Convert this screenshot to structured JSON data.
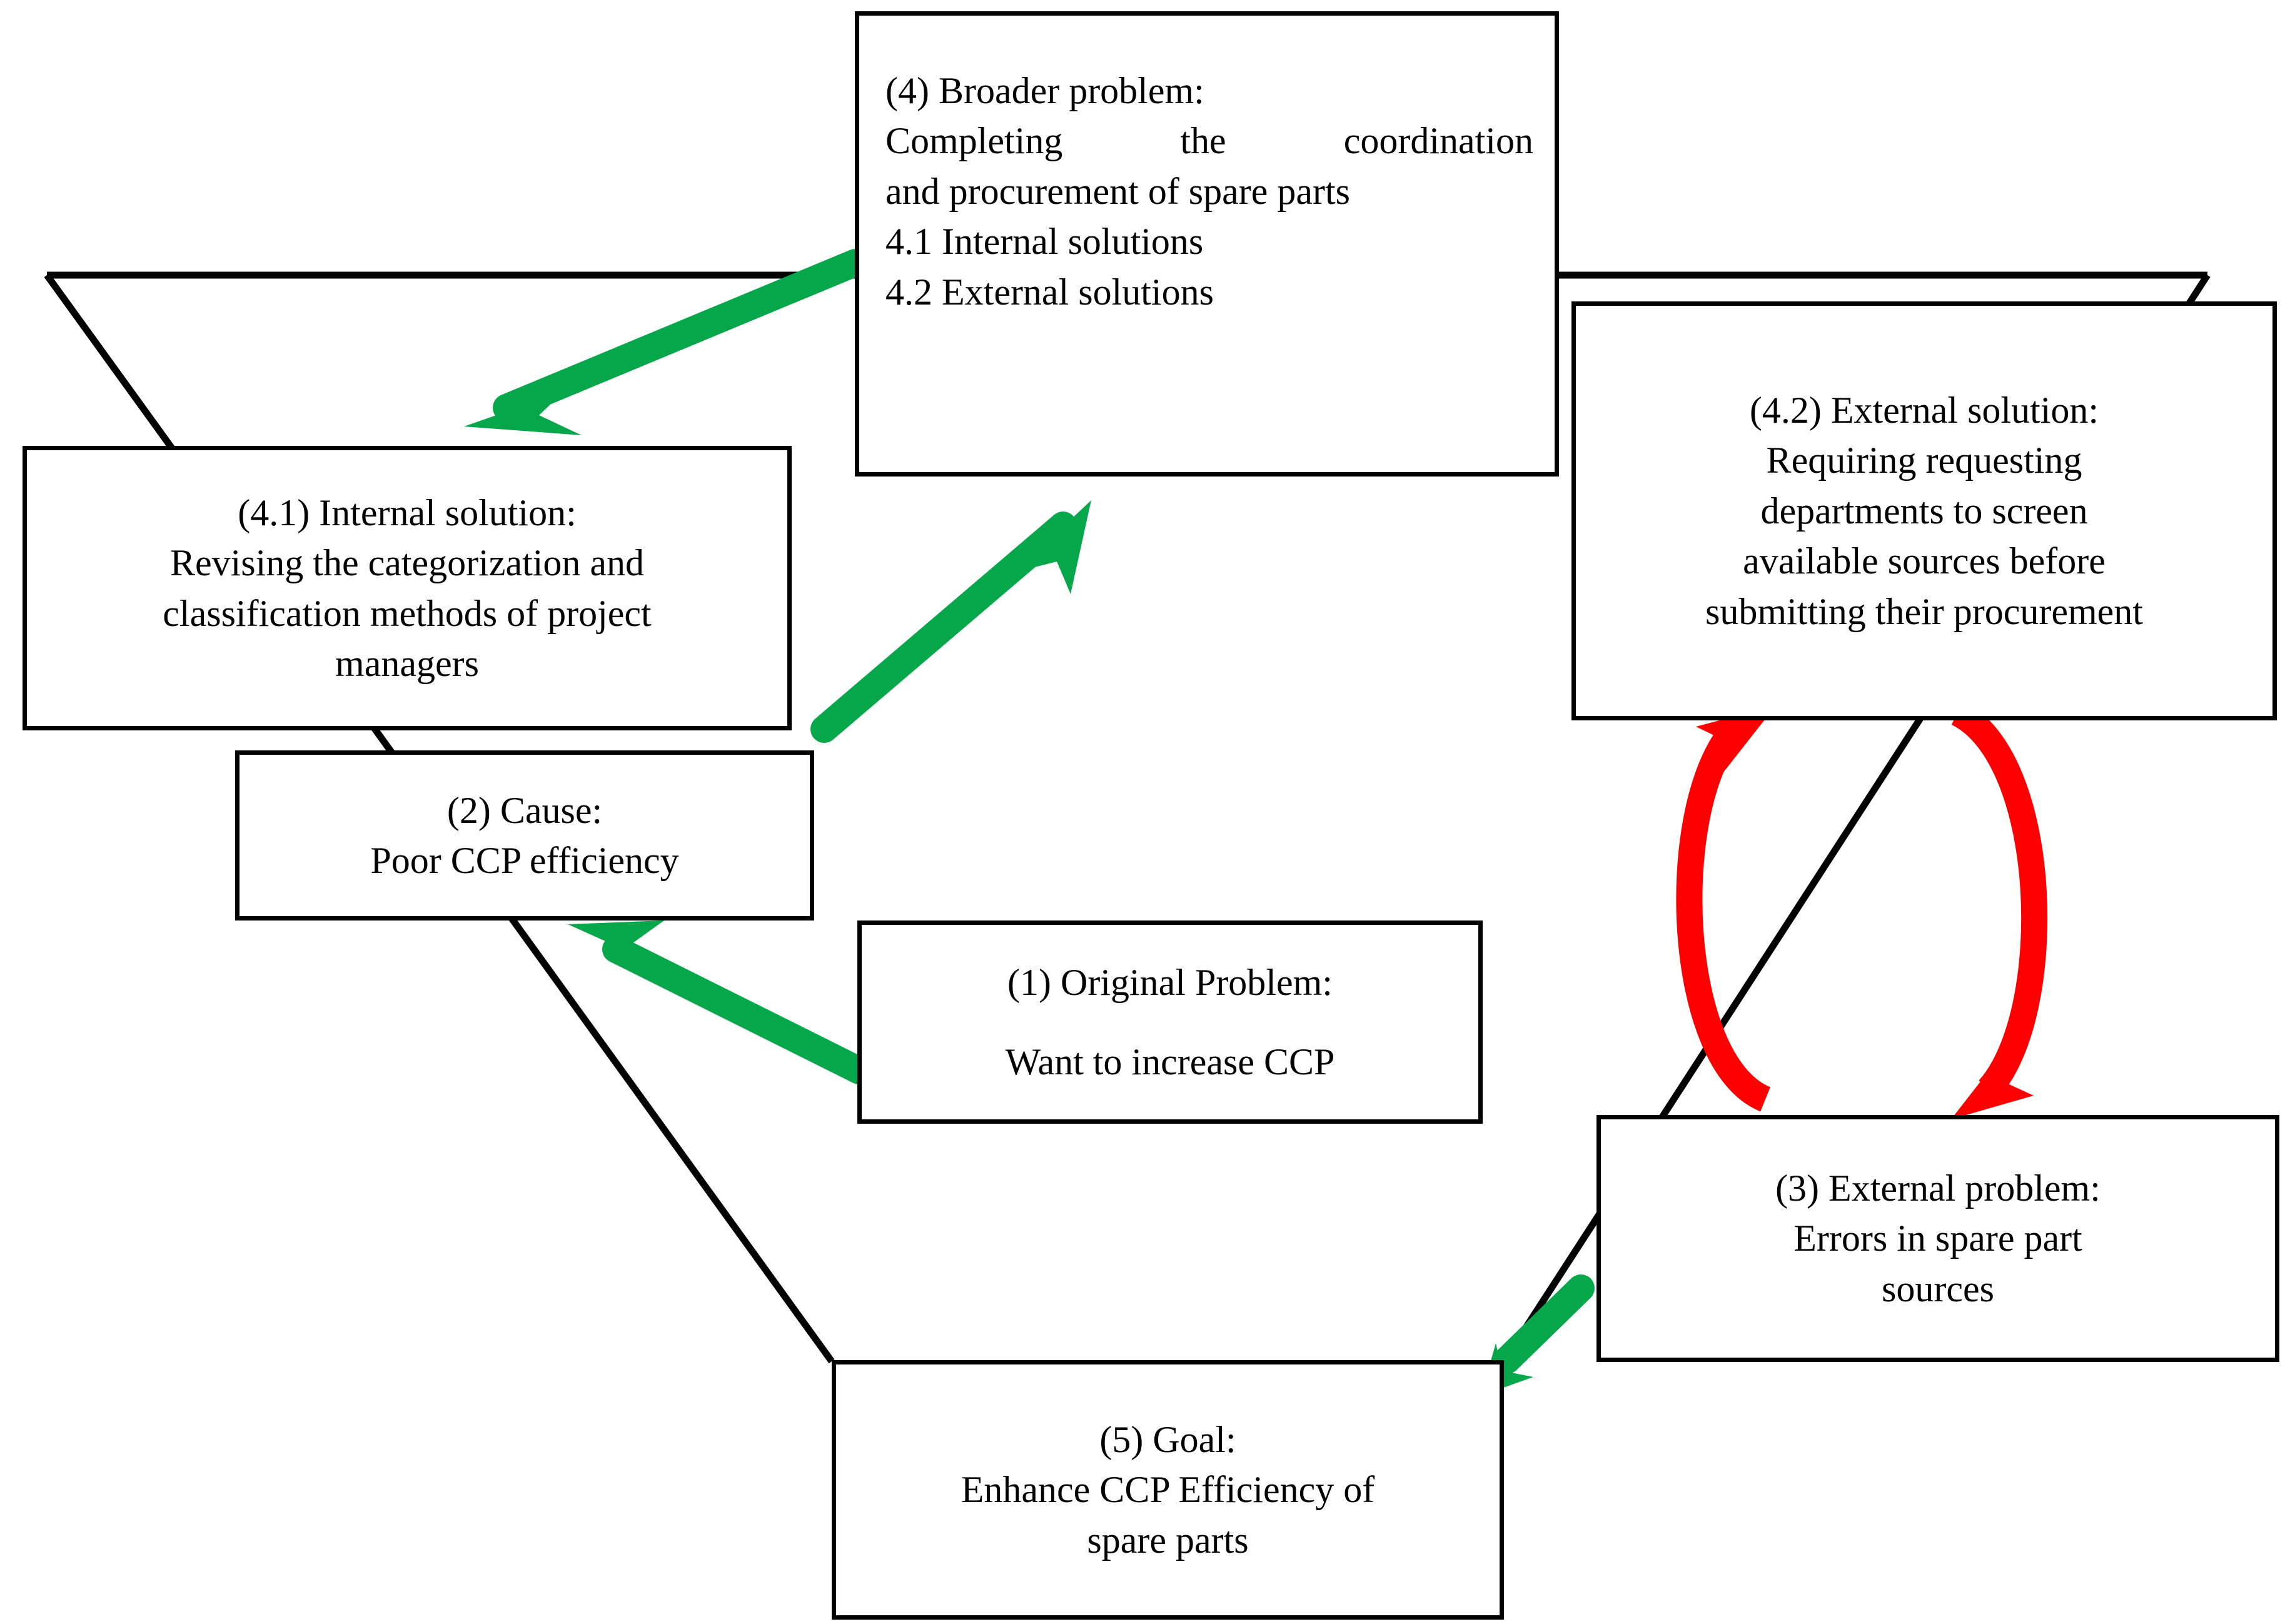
{
  "diagram": {
    "type": "problem-solution-funnel-flowchart",
    "background_color": "#ffffff",
    "line_color": "#000000",
    "arrow_colors": {
      "green": "#06a64b",
      "red": "#ff0000"
    },
    "nodes": [
      {
        "id": "broader-problem",
        "label": "(4) Broader problem",
        "lines": [
          "(4) Broader problem:",
          "Completing  the  coordination",
          "and procurement of spare parts",
          "4.1 Internal solutions",
          "4.2 External solutions"
        ]
      },
      {
        "id": "internal-solution",
        "label": "(4.1) Internal solution",
        "lines": [
          "(4.1) Internal solution:",
          "Revising the categorization and",
          "classification methods of project",
          "managers"
        ]
      },
      {
        "id": "external-solution",
        "label": "(4.2) External solution",
        "lines": [
          "(4.2) External solution:",
          "Requiring requesting",
          "departments to screen",
          "available sources before",
          "submitting their procurement"
        ]
      },
      {
        "id": "cause",
        "label": "(2) Cause",
        "lines": [
          "(2) Cause:",
          "Poor CCP efficiency"
        ]
      },
      {
        "id": "original-problem",
        "label": "(1) Original Problem",
        "lines": [
          "(1) Original Problem:",
          "Want to increase CCP"
        ]
      },
      {
        "id": "external-problem",
        "label": "(3) External problem",
        "lines": [
          "(3) External problem:",
          "Errors in spare part",
          "sources"
        ]
      },
      {
        "id": "goal",
        "label": "(5) Goal",
        "lines": [
          "(5) Goal:",
          "Enhance CCP Efficiency of",
          "spare parts"
        ]
      }
    ],
    "connectors": [
      {
        "id": "arrow-broader-to-internal",
        "color": "green",
        "from": "broader-problem",
        "to": "internal-solution"
      },
      {
        "id": "arrow-cause-to-broader",
        "color": "green",
        "from": "cause",
        "to": "broader-problem"
      },
      {
        "id": "arrow-original-to-cause",
        "color": "green",
        "from": "original-problem",
        "to": "cause"
      },
      {
        "id": "arrow-externalproblem-to-goal",
        "color": "green",
        "from": "external-problem",
        "to": "goal"
      },
      {
        "id": "cycle-arrow-left-up",
        "color": "red",
        "from": "external-problem",
        "to": "external-solution"
      },
      {
        "id": "cycle-arrow-right-down",
        "color": "red",
        "from": "external-solution",
        "to": "external-problem"
      }
    ]
  },
  "nodes_text": {
    "broader_problem": {
      "l0": "(4) Broader problem:",
      "l1": "Completing  the  coordination",
      "l2": "and procurement of spare parts",
      "l3": "4.1 Internal solutions",
      "l4": "4.2 External solutions"
    },
    "internal_solution": {
      "l0": "(4.1) Internal solution:",
      "l1": "Revising the categorization and",
      "l2": "classification methods of project",
      "l3": "managers"
    },
    "external_solution": {
      "l0": "(4.2) External solution:",
      "l1": "Requiring requesting",
      "l2": "departments to screen",
      "l3": "available sources before",
      "l4": "submitting their procurement"
    },
    "cause": {
      "l0": "(2) Cause:",
      "l1": "Poor CCP efficiency"
    },
    "original_problem": {
      "l0": "(1) Original Problem:",
      "l1": "Want to increase CCP"
    },
    "external_problem": {
      "l0": "(3) External problem:",
      "l1": "Errors in spare part",
      "l2": "sources"
    },
    "goal": {
      "l0": "(5) Goal:",
      "l1": "Enhance CCP Efficiency of",
      "l2": "spare parts"
    }
  }
}
